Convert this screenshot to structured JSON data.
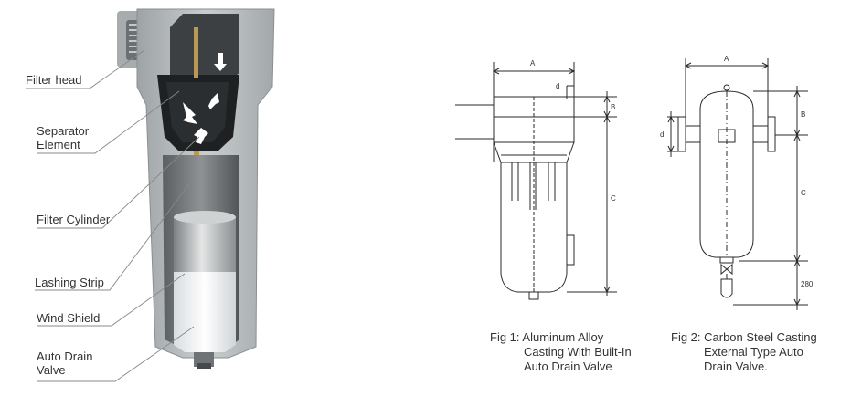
{
  "cutaway": {
    "labels": [
      {
        "text": "Filter head"
      },
      {
        "text": "Separator\nElement"
      },
      {
        "text": "Filter Cylinder"
      },
      {
        "text": "Lashing Strip"
      },
      {
        "text": "Wind Shield"
      },
      {
        "text": "Auto Drain\nValve"
      }
    ]
  },
  "fig1": {
    "caption_line1": "Fig 1: Aluminum Alloy",
    "caption_line2": "Casting With Built-In",
    "caption_line3": "Auto Drain Valve",
    "dims": {
      "a": "A",
      "b": "B",
      "c": "C",
      "d": "d"
    }
  },
  "fig2": {
    "caption_line1": "Fig 2: Carbon Steel Casting",
    "caption_line2": "External Type Auto",
    "caption_line3": "Drain Valve.",
    "dims": {
      "a": "A",
      "b": "B",
      "c": "C",
      "d": "d",
      "drain": "280"
    }
  }
}
